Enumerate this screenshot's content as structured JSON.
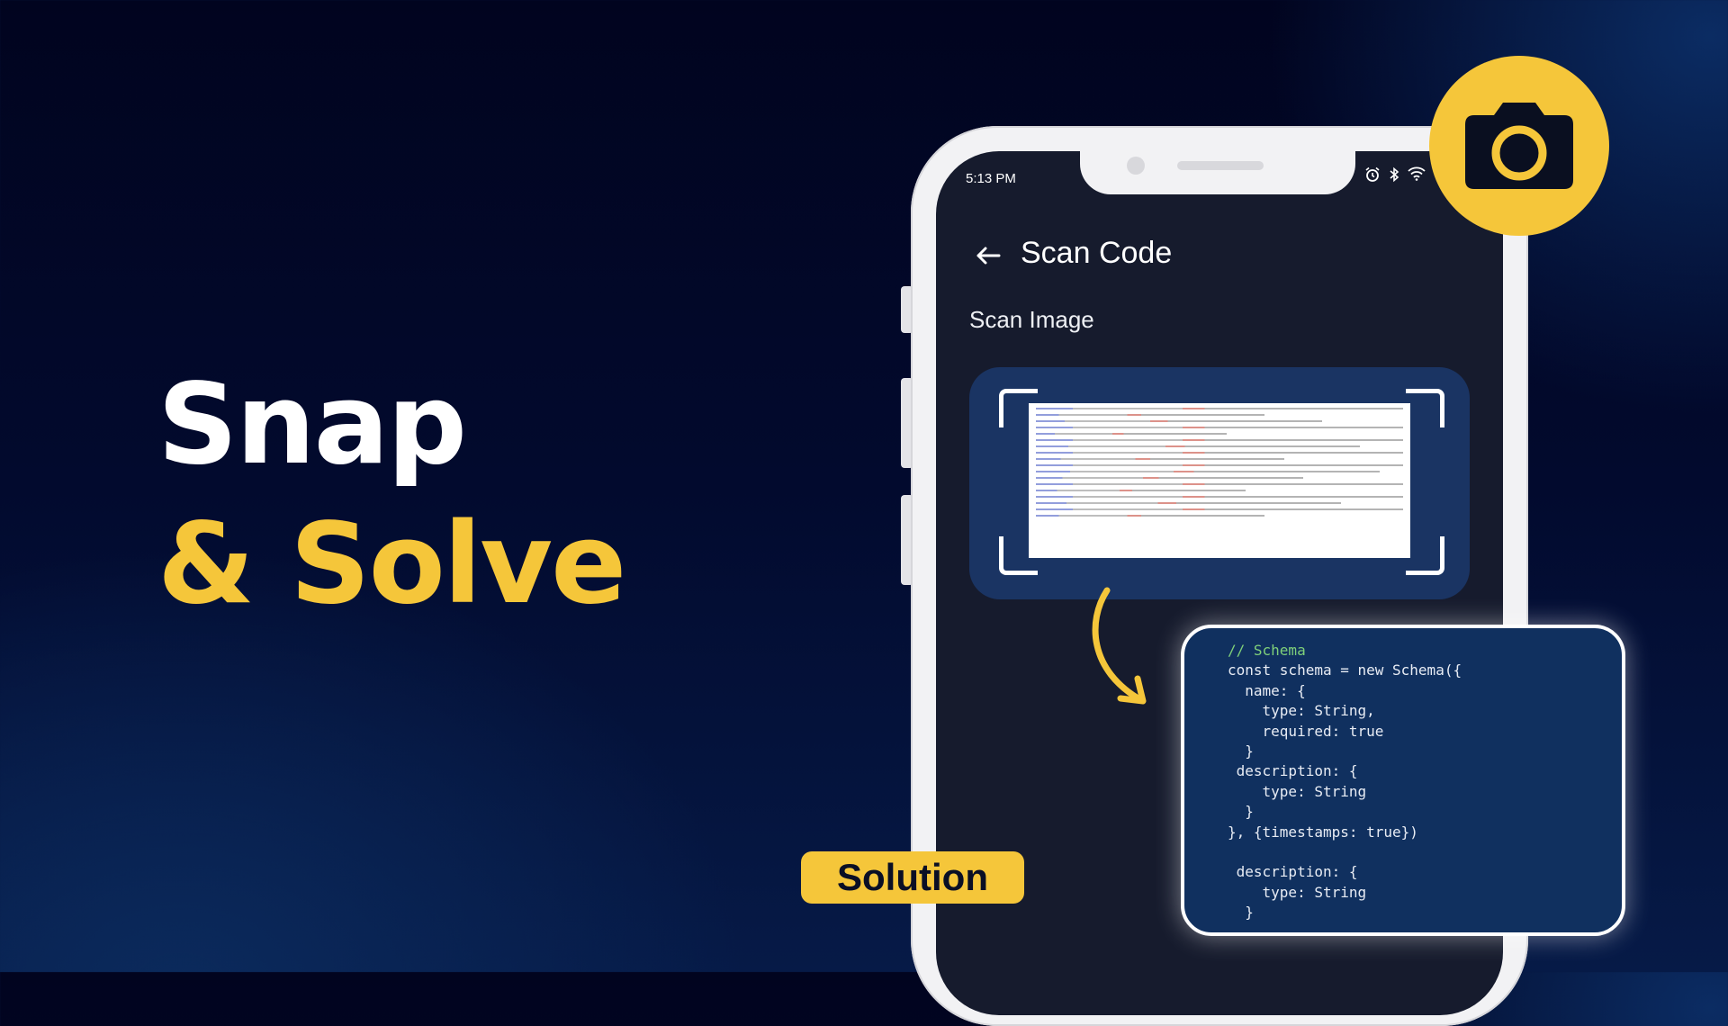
{
  "headline": {
    "line1": "Snap",
    "line2": "& Solve"
  },
  "phone": {
    "status_time": "5:13 PM",
    "status_icons": [
      "alarm-icon",
      "bluetooth-icon",
      "wifi-icon"
    ],
    "screen_title": "Scan Code",
    "section_label": "Scan Image"
  },
  "code_card": {
    "lines": [
      "// Schema",
      "const schema = new Schema({",
      "  name: {",
      "    type: String,",
      "    required: true",
      "  }",
      " description: {",
      "    type: String",
      "  }",
      "}, {timestamps: true})",
      "",
      " description: {",
      "    type: String",
      "  }"
    ]
  },
  "solution_label": "Solution",
  "colors": {
    "accent": "#f5c63a",
    "background": "#020a2e",
    "code_bg": "#10305f",
    "scan_card": "#1a3463"
  }
}
